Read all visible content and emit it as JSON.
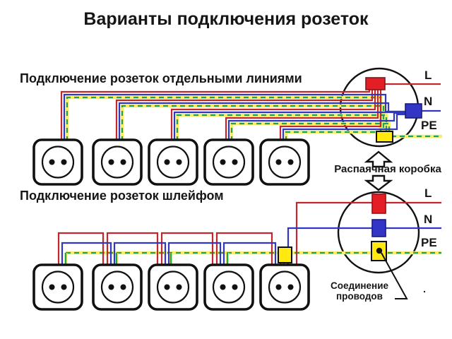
{
  "title": "Варианты подключения розеток",
  "diagram_separate": {
    "label": "Подключение розеток отдельными линиями",
    "socket_count": 5,
    "wire_labels": {
      "line": "L",
      "neutral": "N",
      "protective_earth": "PE"
    }
  },
  "diagram_daisy_chain": {
    "label": "Подключение розеток шлейфом",
    "socket_count": 5,
    "wire_labels": {
      "line": "L",
      "neutral": "N",
      "protective_earth": "PE"
    }
  },
  "junction_box": {
    "label": "Распаячная коробка"
  },
  "wire_connection": {
    "label_line1": "Соединение",
    "label_line2": "проводов"
  },
  "misc": {
    "stray_mark": "."
  },
  "colors": {
    "wire_l": "#c1272d",
    "wire_n": "#3038c0",
    "wire_pe_yellow": "#f6ee64",
    "wire_pe_green": "#21a066",
    "terminal_red": "#e31e25",
    "terminal_red_border": "#8c1418",
    "terminal_blue": "#3336c4",
    "terminal_blue_border": "#1b1b7e",
    "terminal_yellow": "#ffe911"
  }
}
